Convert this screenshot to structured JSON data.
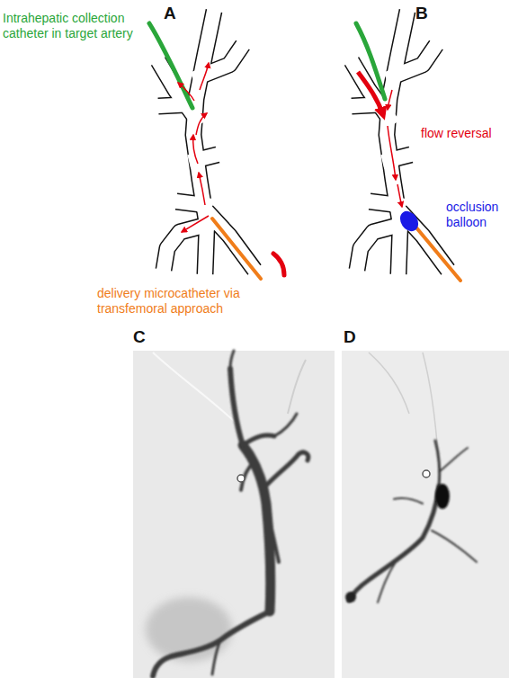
{
  "diagram": {
    "labels": [
      "A",
      "Intrahepatic collection catheter in target artery",
      "delivery microcatheter via transfemoral approach",
      "B",
      "flow reversal",
      "occlusion balloon",
      "C",
      "D"
    ]
  }
}
